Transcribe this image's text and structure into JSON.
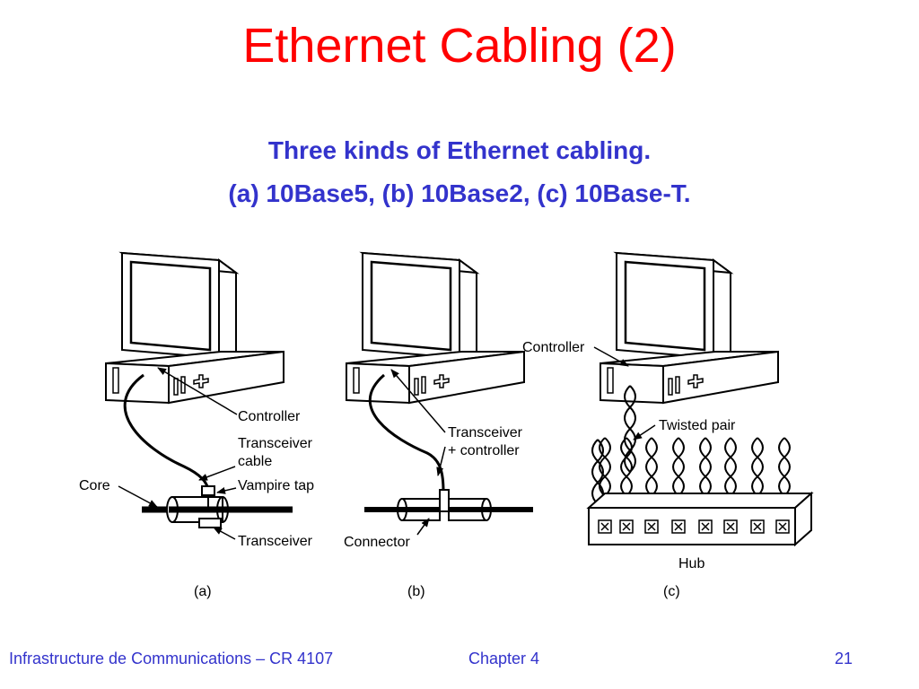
{
  "slide": {
    "title": "Ethernet Cabling (2)",
    "subtitle_line1": "Three kinds of Ethernet cabling.",
    "subtitle_line2": "(a) 10Base5, (b) 10Base2, (c) 10Base-T."
  },
  "figure": {
    "a": {
      "caption": "(a)",
      "labels": {
        "controller": "Controller",
        "transceiver_cable_1": "Transceiver",
        "transceiver_cable_2": "cable",
        "core": "Core",
        "vampire_tap": "Vampire tap",
        "transceiver": "Transceiver"
      }
    },
    "b": {
      "caption": "(b)",
      "labels": {
        "transceiver_controller_1": "Transceiver",
        "transceiver_controller_2": "+ controller",
        "connector": "Connector"
      }
    },
    "c": {
      "caption": "(c)",
      "labels": {
        "controller": "Controller",
        "twisted_pair": "Twisted pair",
        "hub": "Hub"
      }
    }
  },
  "footer": {
    "left": "Infrastructure de Communications – CR 4107",
    "center": "Chapter 4",
    "right": "21"
  },
  "colors": {
    "title": "#ff0000",
    "subtitle": "#3333cc",
    "footer": "#3333cc"
  }
}
